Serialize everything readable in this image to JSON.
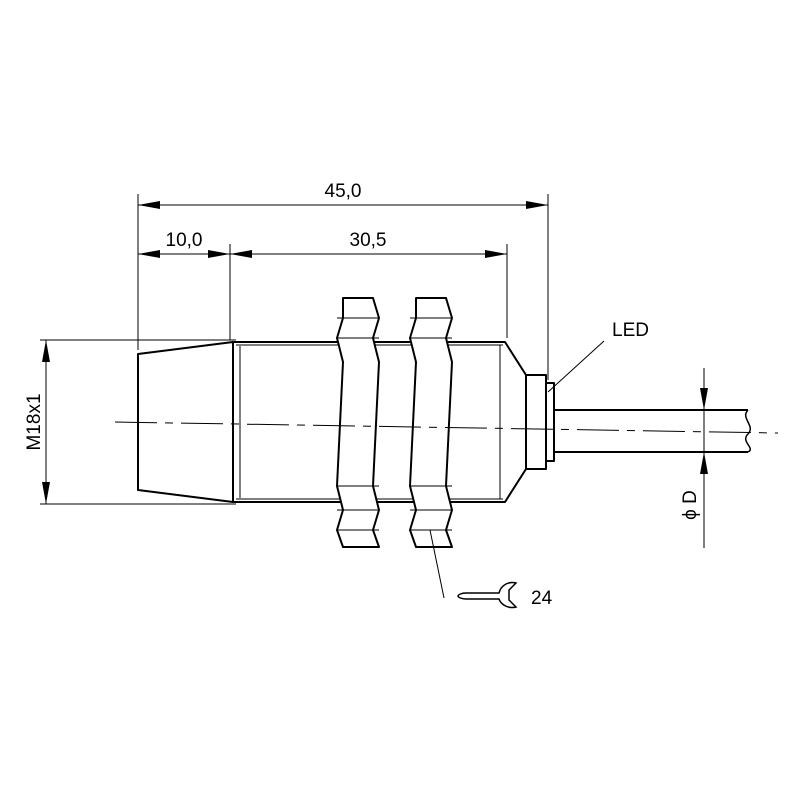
{
  "dimensions": {
    "overall_length": "45,0",
    "front_length": "10,0",
    "thread_length": "30,5",
    "thread_size": "M18x1",
    "cable_diameter": "ϕ D",
    "wrench_size": "24"
  },
  "labels": {
    "led": "LED"
  },
  "icons": {
    "wrench": "open-end-wrench-icon"
  },
  "colors": {
    "line": "#000000",
    "background": "#ffffff"
  }
}
